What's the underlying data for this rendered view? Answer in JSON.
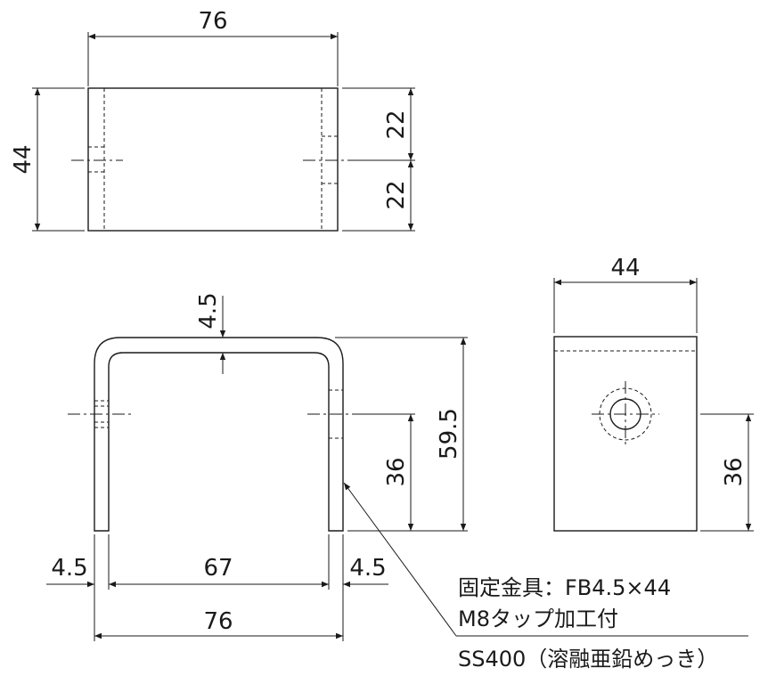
{
  "top_view": {
    "width_dim": "76",
    "height_dim": "44",
    "half_upper_dim": "22",
    "half_lower_dim": "22"
  },
  "front_view": {
    "thickness_top_dim": "4.5",
    "total_height_dim": "59.5",
    "hole_height_dim": "36",
    "left_thickness_dim": "4.5",
    "inner_width_dim": "67",
    "right_thickness_dim": "4.5",
    "outer_width_dim": "76"
  },
  "side_view": {
    "width_dim": "44",
    "hole_height_dim": "36"
  },
  "spec_note": {
    "line1": "固定金具：FB4.5×44",
    "line2": "M8タップ加工付",
    "line3": "SS400（溶融亜鉛めっき）"
  }
}
